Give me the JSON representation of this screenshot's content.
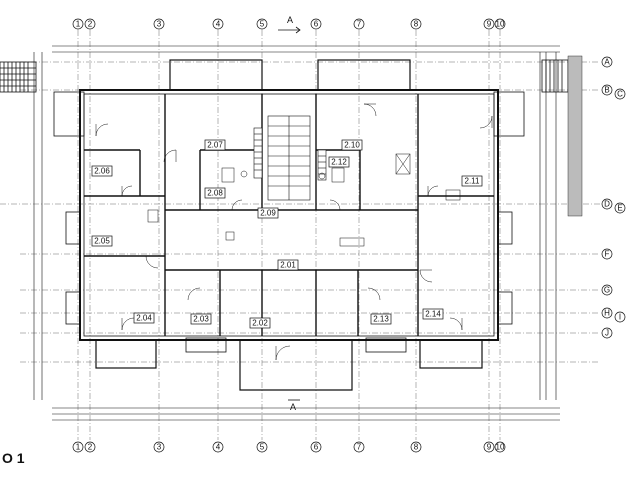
{
  "drawing": {
    "floor_label": "O 1",
    "section_marker": "A",
    "column_axes_top": [
      "1",
      "2",
      "3",
      "4",
      "5",
      "6",
      "7",
      "8",
      "9",
      "10"
    ],
    "column_axes_bottom": [
      "1",
      "2",
      "3",
      "4",
      "5",
      "6",
      "7",
      "8",
      "9",
      "10"
    ],
    "row_axes_right": [
      "A",
      "B",
      "C",
      "D",
      "E",
      "F",
      "G",
      "H",
      "I",
      "J"
    ],
    "rooms": [
      {
        "id": "2.06"
      },
      {
        "id": "2.07"
      },
      {
        "id": "2.08"
      },
      {
        "id": "2.09"
      },
      {
        "id": "2.10"
      },
      {
        "id": "2.11"
      },
      {
        "id": "2.12"
      },
      {
        "id": "2.05"
      },
      {
        "id": "2.01"
      },
      {
        "id": "2.04"
      },
      {
        "id": "2.03"
      },
      {
        "id": "2.02"
      },
      {
        "id": "2.13"
      },
      {
        "id": "2.14"
      }
    ]
  }
}
